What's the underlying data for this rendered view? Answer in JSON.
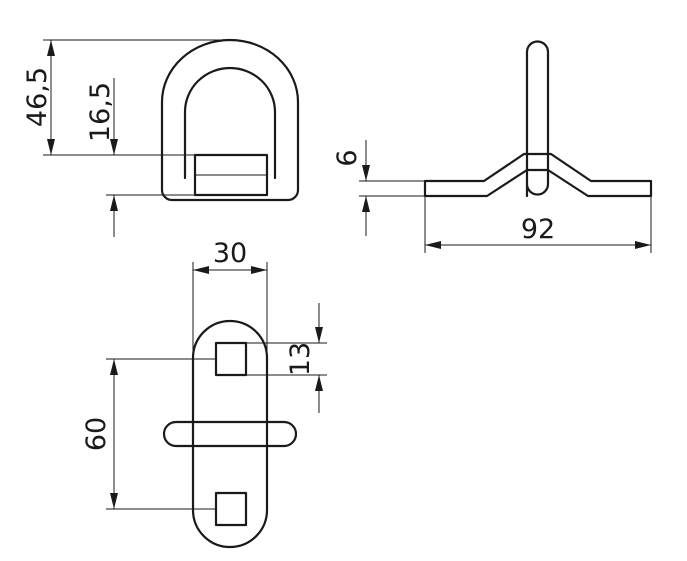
{
  "dimensions": {
    "ring_height": "46,5",
    "ring_base_height": "16,5",
    "plate_thickness": "6",
    "overall_length": "92",
    "plate_width": "30",
    "slot_size": "13",
    "slot_spacing": "60"
  }
}
